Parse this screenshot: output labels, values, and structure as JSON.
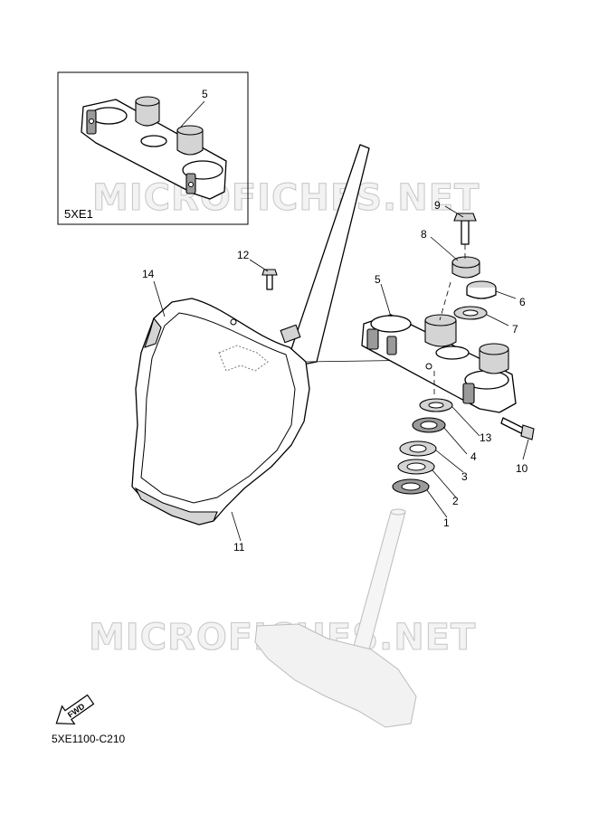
{
  "watermark": "MICROFICHES.NET",
  "inset": {
    "label": "5XE1",
    "callout": "5"
  },
  "callouts": [
    "1",
    "2",
    "3",
    "4",
    "5",
    "6",
    "7",
    "8",
    "9",
    "10",
    "11",
    "12",
    "13",
    "14"
  ],
  "fwd_label": "FWD",
  "diagram_code": "5XE1100-C210"
}
